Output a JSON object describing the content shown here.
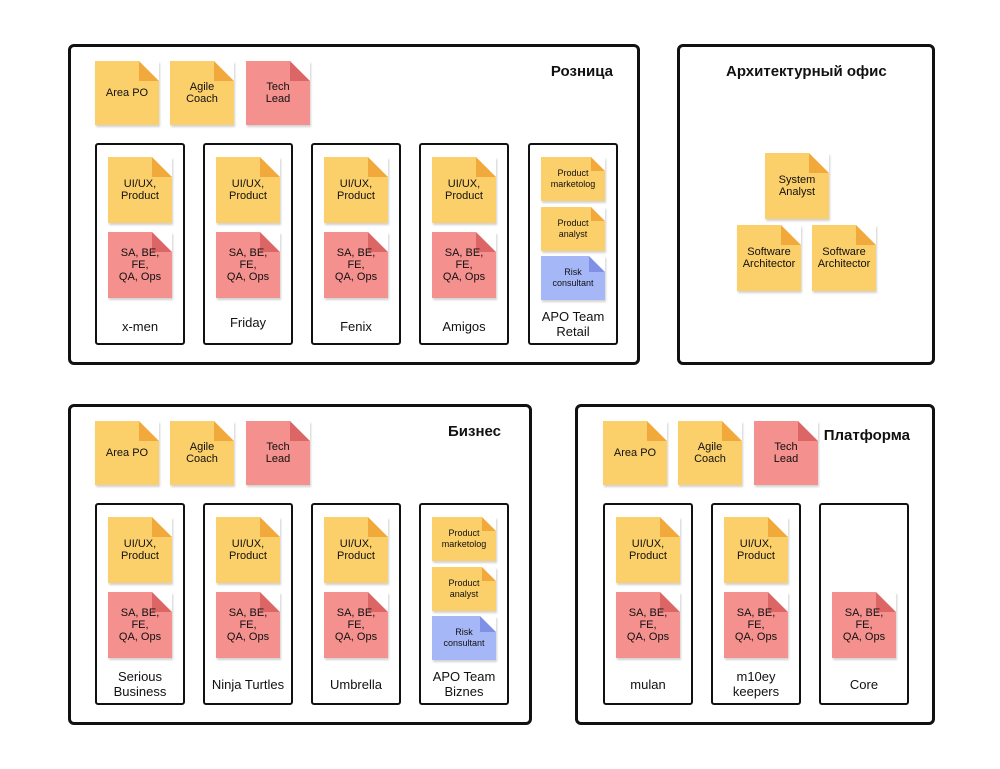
{
  "groups": {
    "retail": {
      "title": "Розница",
      "leads": [
        "Area PO",
        "Agile\nCoach",
        "Tech\nLead"
      ],
      "teams": [
        {
          "name": "x-men",
          "notes": [
            "UI/UX,\nProduct",
            "SA, BE, FE,\nQA, Ops"
          ]
        },
        {
          "name": "Friday",
          "notes": [
            "UI/UX,\nProduct",
            "SA, BE, FE,\nQA, Ops"
          ]
        },
        {
          "name": "Fenix",
          "notes": [
            "UI/UX,\nProduct",
            "SA, BE, FE,\nQA, Ops"
          ]
        },
        {
          "name": "Amigos",
          "notes": [
            "UI/UX,\nProduct",
            "SA, BE, FE,\nQA, Ops"
          ]
        },
        {
          "name": "APO Team\nRetail",
          "notes": [
            "Product\nmarketolog",
            "Product\nanalyst",
            "Risk\nconsultant"
          ]
        }
      ]
    },
    "arch": {
      "title": "Архитектурный офис",
      "notes": [
        "System\nAnalyst",
        "Software\nArchitector",
        "Software\nArchitector"
      ]
    },
    "business": {
      "title": "Бизнес",
      "leads": [
        "Area PO",
        "Agile\nCoach",
        "Tech\nLead"
      ],
      "teams": [
        {
          "name": "Serious\nBusiness",
          "notes": [
            "UI/UX,\nProduct",
            "SA, BE, FE,\nQA, Ops"
          ]
        },
        {
          "name": "Ninja Turtles",
          "notes": [
            "UI/UX,\nProduct",
            "SA, BE, FE,\nQA, Ops"
          ]
        },
        {
          "name": "Umbrella",
          "notes": [
            "UI/UX,\nProduct",
            "SA, BE, FE,\nQA, Ops"
          ]
        },
        {
          "name": "APO Team\nBiznes",
          "notes": [
            "Product\nmarketolog",
            "Product\nanalyst",
            "Risk\nconsultant"
          ]
        }
      ]
    },
    "platform": {
      "title": "Платформа",
      "leads": [
        "Area PO",
        "Agile\nCoach",
        "Tech\nLead"
      ],
      "teams": [
        {
          "name": "mulan",
          "notes": [
            "UI/UX,\nProduct",
            "SA, BE, FE,\nQA, Ops"
          ]
        },
        {
          "name": "m10ey\nkeepers",
          "notes": [
            "UI/UX,\nProduct",
            "SA, BE, FE,\nQA, Ops"
          ]
        },
        {
          "name": "Core",
          "notes": [
            "SA, BE, FE,\nQA, Ops"
          ]
        }
      ]
    }
  },
  "colors": {
    "sticky_yellow": "#fbcf6a",
    "sticky_red": "#f4908d",
    "sticky_blue": "#a6b7f7",
    "border": "#111111"
  }
}
